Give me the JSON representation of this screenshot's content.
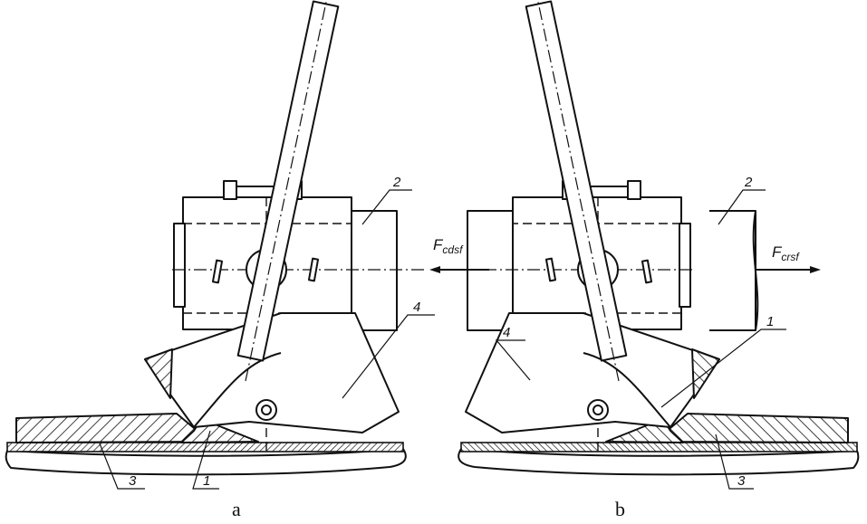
{
  "panels": [
    {
      "caption": "a",
      "force": {
        "symbol": "F",
        "subscript": "cdsf"
      },
      "labels": [
        "1",
        "2",
        "3",
        "4"
      ]
    },
    {
      "caption": "b",
      "force": {
        "symbol": "F",
        "subscript": "crsf"
      },
      "labels": [
        "1",
        "2",
        "3",
        "4"
      ]
    }
  ],
  "colors": {
    "line": "#111111",
    "background": "#ffffff"
  }
}
